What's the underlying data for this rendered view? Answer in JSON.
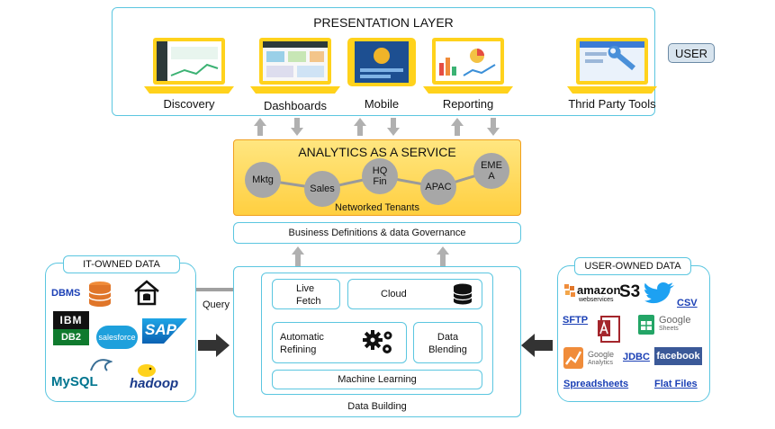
{
  "presentation": {
    "title": "PRESENTATION LAYER",
    "items": [
      {
        "label": "Discovery"
      },
      {
        "label": "Dashboards"
      },
      {
        "label": "Mobile"
      },
      {
        "label": "Reporting"
      },
      {
        "label": "Thrid Party Tools"
      }
    ],
    "user_badge": "USER"
  },
  "analytics": {
    "title": "ANALYTICS AS A SERVICE",
    "nodes": [
      {
        "label": "Mktg"
      },
      {
        "label": "Sales"
      },
      {
        "label": "HQ\nFin"
      },
      {
        "label": "APAC"
      },
      {
        "label": "EME\nA"
      }
    ],
    "footer": "Networked Tenants"
  },
  "governance": "Business Definitions & data Governance",
  "data_building": {
    "live_fetch": "Live\nFetch",
    "cloud": "Cloud",
    "automatic_refining": "Automatic\nRefining",
    "data_blending": "Data\nBlending",
    "machine_learning": "Machine Learning",
    "footer": "Data Building"
  },
  "it_owned": {
    "title": "IT-OWNED DATA",
    "dbms": "DBMS",
    "ibm": "IBM",
    "db2": "DB2",
    "salesforce": "salesforce",
    "sap": "SAP",
    "mysql": "MySQL",
    "hadoop": "hadoop"
  },
  "query_label": "Query",
  "user_owned": {
    "title": "USER-OWNED DATA",
    "amazon": "amazon",
    "amazon_sub": "webservices",
    "s3": "S3",
    "csv": "CSV",
    "sftp": "SFTP",
    "google_sheets": "Google",
    "google_sheets_sub": "Sheets",
    "google_analytics": "Google",
    "google_analytics_sub": "Analytics",
    "jdbc": "JDBC",
    "facebook": "facebook",
    "spreadsheets": "Spreadsheets",
    "flat_files": "Flat Files"
  },
  "colors": {
    "accent_border": "#5bc6e0",
    "analytics_fill": "#ffd34d",
    "analytics_border": "#f0a020",
    "node_fill": "#a7a7a7",
    "arrow_gray": "#b0b0b0",
    "arrow_dark": "#333333",
    "laptop_yellow": "#ffd21c",
    "link_blue": "#1a3fb5"
  }
}
